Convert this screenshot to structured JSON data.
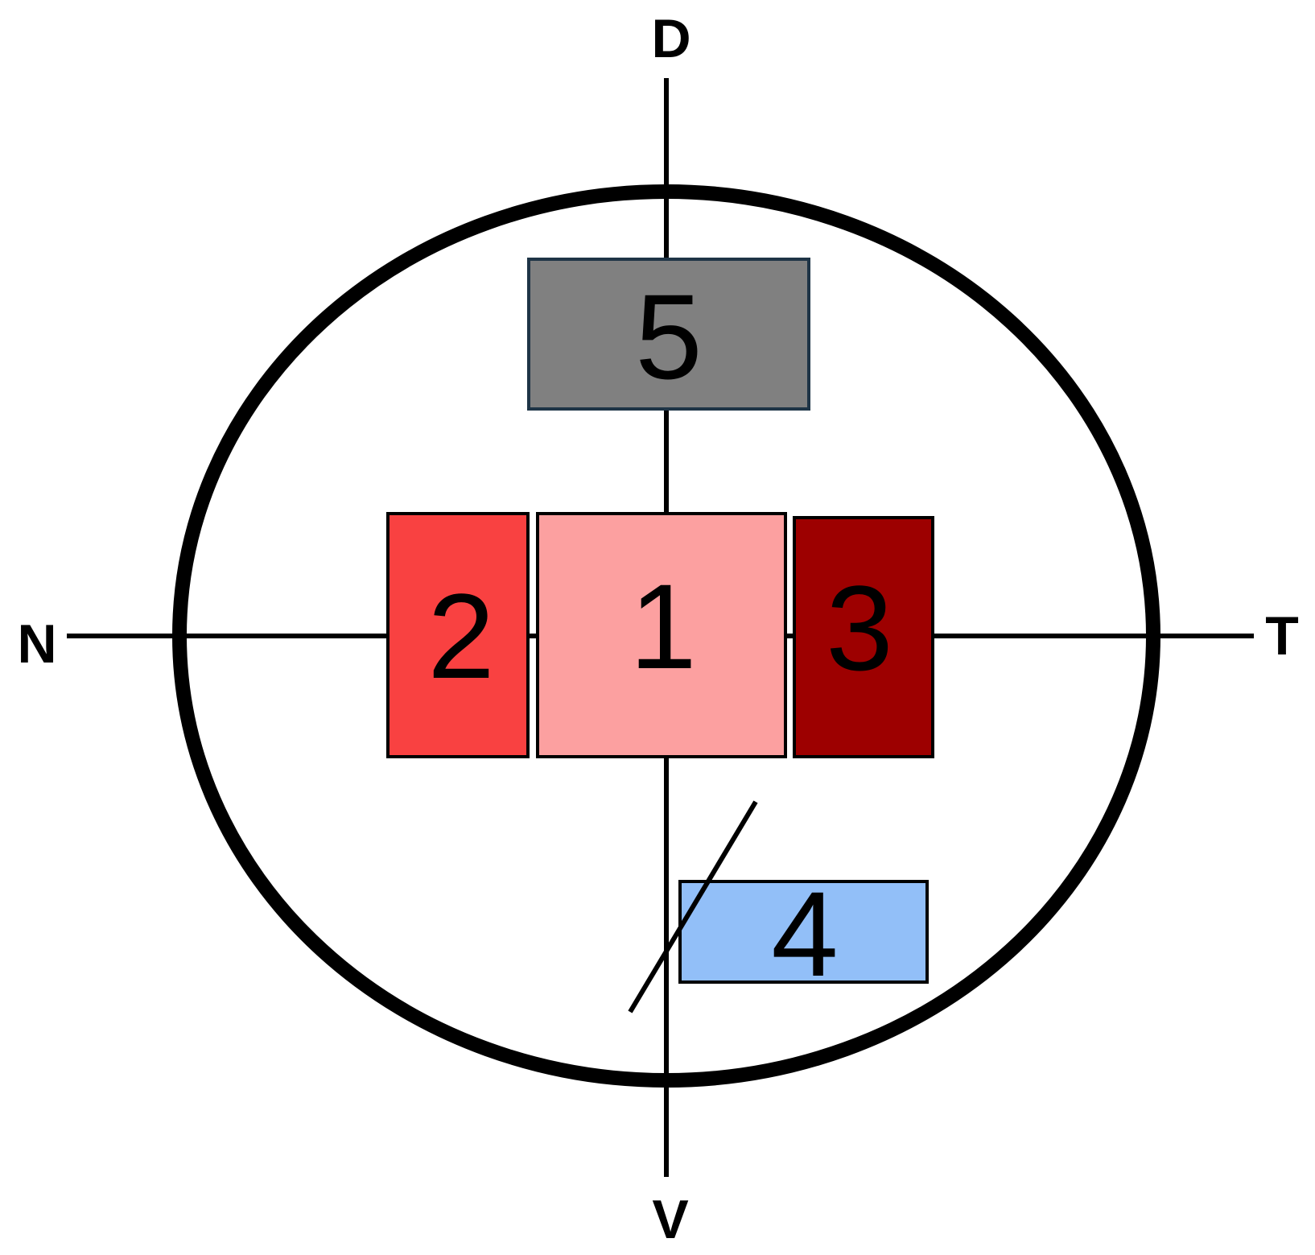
{
  "axes": {
    "top": "D",
    "bottom": "V",
    "left": "N",
    "right": "T"
  },
  "regions": [
    {
      "id": "region-1",
      "label": "1",
      "color": "#FCA0A0"
    },
    {
      "id": "region-2",
      "label": "2",
      "color": "#F94141"
    },
    {
      "id": "region-3",
      "label": "3",
      "color": "#9D0000"
    },
    {
      "id": "region-4",
      "label": "4",
      "color": "#92BFF8"
    },
    {
      "id": "region-5",
      "label": "5",
      "color": "#808080"
    }
  ],
  "colors": {
    "line": "#000000",
    "region_5_border": "#1E3446"
  }
}
